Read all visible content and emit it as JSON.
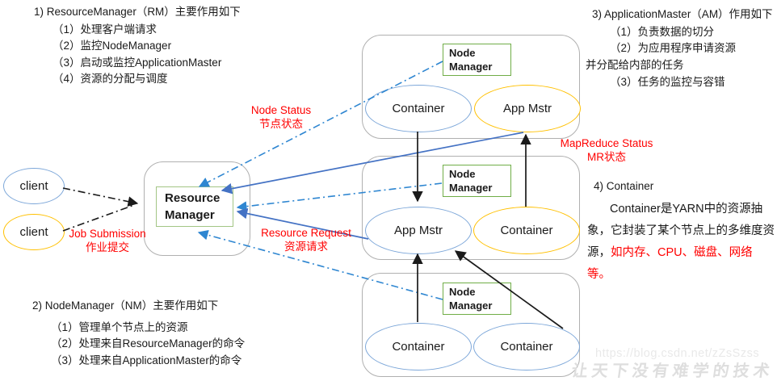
{
  "notes": {
    "rm": {
      "title": "1) ResourceManager（RM）主要作用如下",
      "items": [
        "（1）处理客户端请求",
        "（2）监控NodeManager",
        "（3）启动或监控ApplicationMaster",
        "（4）资源的分配与调度"
      ]
    },
    "am": {
      "title": "3) ApplicationMaster（AM）作用如下",
      "items": [
        "（1）负责数据的切分",
        "（2）为应用程序申请资源",
        "并分配给内部的任务",
        "（3）任务的监控与容错"
      ]
    },
    "nm": {
      "title": "2) NodeManager（NM）主要作用如下",
      "items": [
        "（1）管理单个节点上的资源",
        "（2）处理来自ResourceManager的命令",
        "（3）处理来自ApplicationMaster的命令"
      ]
    },
    "container": {
      "title": "4) Container",
      "body_black": "Container是YARN中的资源抽象，它封装了某个节点上的多维度资源，",
      "body_red": "如内存、CPU、磁盘、网络等。"
    }
  },
  "diagram": {
    "clients": [
      "client",
      "client"
    ],
    "resource_manager": "Resource Manager",
    "node_groups": [
      {
        "manager": "Node Manager",
        "left": "Container",
        "right": "App Mstr"
      },
      {
        "manager": "Node Manager",
        "left": "App Mstr",
        "right": "Container"
      },
      {
        "manager": "Node Manager",
        "left": "Container",
        "right": "Container"
      }
    ],
    "labels": {
      "job_submission": {
        "en": "Job Submission",
        "zh": "作业提交"
      },
      "node_status": {
        "en": "Node Status",
        "zh": "节点状态"
      },
      "resource_request": {
        "en": "Resource Request",
        "zh": "资源请求"
      },
      "mapreduce_status": {
        "en": "MapReduce Status",
        "zh": "MR状态"
      }
    }
  },
  "watermark": {
    "url": "https://blog.csdn.net/zZsSzss",
    "slogan": "让天下没有难学的技术"
  },
  "colors": {
    "red_label": "#ff0000",
    "blue_solid_arrow": "#4472c4",
    "blue_dashdot_arrow": "#2e86d1",
    "black_arrow": "#1a1a1a",
    "green_nm_border": "#70ad47",
    "green_rm_border": "#a3c585",
    "blue_ellipse_border": "#7da7d9",
    "yellow_ellipse_border": "#ffc000",
    "group_border": "#b0b0b0"
  }
}
